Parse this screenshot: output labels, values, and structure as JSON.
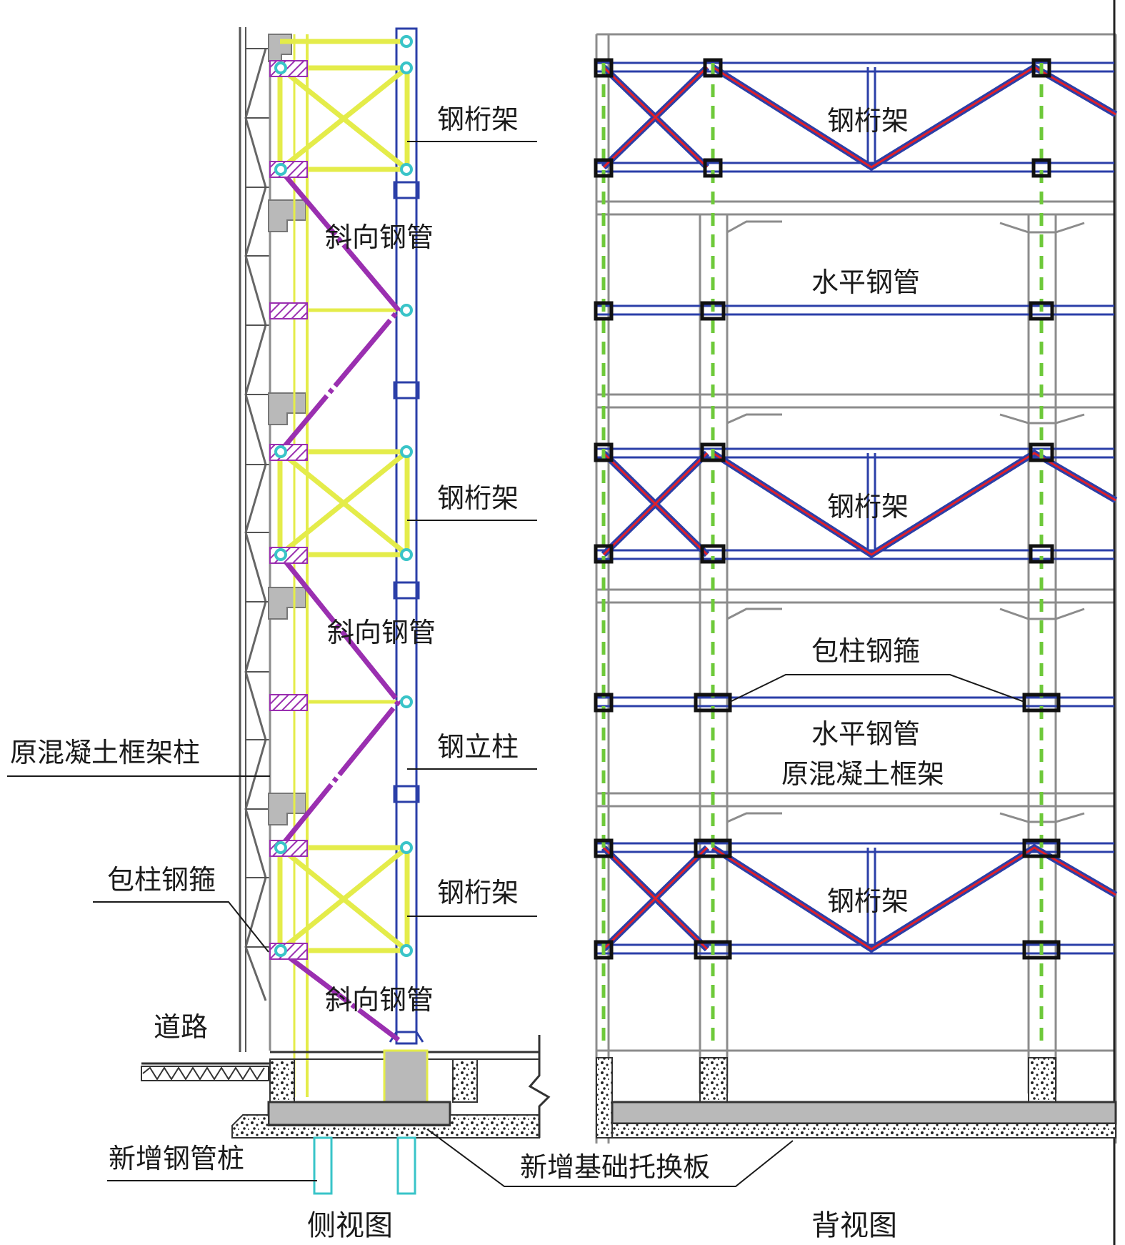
{
  "side_view": {
    "caption": "侧视图",
    "labels": {
      "truss_top": "钢桁架",
      "truss_mid": "钢桁架",
      "truss_bottom": "钢桁架",
      "diag_1": "斜向钢管",
      "diag_2": "斜向钢管",
      "diag_3": "斜向钢管",
      "steel_column": "钢立柱",
      "rc_column": "原混凝土框架柱",
      "hoop": "包柱钢箍",
      "road": "道路",
      "pile": "新增钢管桩",
      "raft": "新增基础托换板"
    }
  },
  "back_view": {
    "caption": "背视图",
    "labels": {
      "truss_top": "钢桁架",
      "truss_mid": "钢桁架",
      "truss_bottom": "钢桁架",
      "hpipe_1": "水平钢管",
      "hpipe_2": "水平钢管",
      "hoop": "包柱钢箍",
      "rc_frame": "原混凝土框架"
    }
  },
  "colors": {
    "steel_blue": "#2b3fa8",
    "truss_yellow": "#e4ec4a",
    "diag_purple": "#9a2fb0",
    "node_cyan": "#39c4c8",
    "grid_gray": "#8c8c8c",
    "dash_green": "#6ec93a",
    "brace_red": "#e0202a",
    "concrete": "#b9b9b9"
  }
}
